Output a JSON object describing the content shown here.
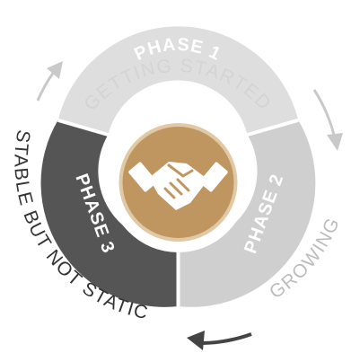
{
  "diagram": {
    "center_icon": "handshake-icon",
    "phases": [
      {
        "label": "PHASE 1",
        "stage": "GETTING STARTED",
        "color": "#dedede",
        "text_color": "#ffffff"
      },
      {
        "label": "PHASE 2",
        "stage": "GROWING",
        "color": "#cfcfcf",
        "text_color": "#ffffff"
      },
      {
        "label": "PHASE 3",
        "stage": "STABLE BUT NOT STATIC",
        "color": "#555555",
        "text_color": "#ffffff"
      }
    ],
    "colors": {
      "center_fill": "#bf9660",
      "center_ring": "#e0c9a4",
      "arrow_light": "#c9c9c9",
      "arrow_dark": "#444444",
      "label_light": "#d4d4d4",
      "label_mid": "#bdbdbd",
      "label_dark": "#333333"
    }
  }
}
